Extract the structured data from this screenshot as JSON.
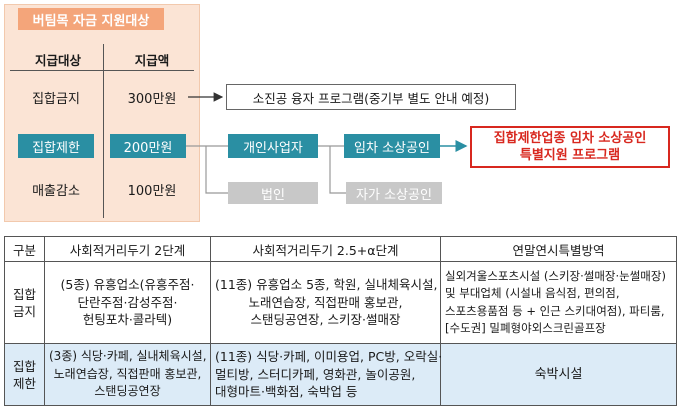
{
  "diagram": {
    "panel_title": "버팀목 자금 지원대상",
    "headers": {
      "target": "지급대상",
      "amount": "지급액"
    },
    "rows": [
      {
        "target": "집합금지",
        "amount": "300만원"
      },
      {
        "target": "집합제한",
        "amount": "200만원"
      },
      {
        "target": "매출감소",
        "amount": "100만원"
      }
    ],
    "loan_program": "소진공 융자 프로그램(중기부 별도 안내 예정)",
    "individual_business": "개인사업자",
    "corporation": "법인",
    "tenant_small_business": "임차 소상공인",
    "owner_small_business": "자가 소상공인",
    "special_program_line1": "집합제한업종 임차 소상공인",
    "special_program_line2": "특별지원 프로그램",
    "colors": {
      "teal": "#2a8fa3",
      "peach": "#fbe4d5",
      "orange": "#f4a57a",
      "red": "#d8281f",
      "grey": "#c8c8c8"
    }
  },
  "table": {
    "headers": [
      "구분",
      "사회적거리두기 2단계",
      "사회적거리두기 2.5+α단계",
      "연말연시특별방역"
    ],
    "rows": [
      {
        "label_line1": "집합",
        "label_line2": "금지",
        "col1": [
          "(5종) 유흥업소(유흥주점·",
          "단란주점·감성주점·",
          "헌팅포차·콜라텍)"
        ],
        "col2": [
          "(11종) 유흥업소 5종, 학원, 실내체육시설,",
          "노래연습장, 직접판매 홍보관,",
          "스탠딩공연장, 스키장·썰매장"
        ],
        "col3": [
          "실외겨울스포츠시설 (스키장·썰매장·눈썰매장)",
          "및 부대업체 (시설내 음식점, 편의점,",
          "스포츠용품점 등 + 인근 스키대여점), 파티룸,",
          "[수도권] 밀폐형야외스크린골프장"
        ]
      },
      {
        "label_line1": "집합",
        "label_line2": "제한",
        "col1": [
          "(3종) 식당·카페, 실내체육시설,",
          "노래연습장, 직접판매 홍보관,",
          "스탠딩공연장"
        ],
        "col2": [
          "(11종) 식당·카페, 이미용업, PC방, 오락실·",
          "멀티방, 스터디카페, 영화관, 놀이공원,",
          "대형마트·백화점, 숙박업 등"
        ],
        "col3": [
          "숙박시설"
        ]
      }
    ]
  }
}
